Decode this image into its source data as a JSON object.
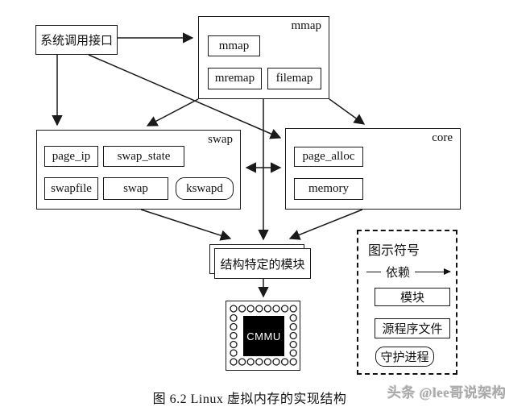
{
  "colors": {
    "line": "#1a1a1a",
    "box_background": "#ffffff",
    "chip_background": "#000000",
    "chip_text": "#ffffff",
    "watermark": "#a8a8a8"
  },
  "nodes": {
    "syscall": {
      "label": "系统调用接口"
    },
    "mmap": {
      "title": "mmap",
      "items": {
        "mmap": "mmap",
        "mremap": "mremap",
        "filemap": "filemap"
      }
    },
    "swap": {
      "title": "swap",
      "items": {
        "page_ip": "page_ip",
        "swap_state": "swap_state",
        "swapfile": "swapfile",
        "swap": "swap",
        "kswapd": "kswapd"
      }
    },
    "core": {
      "title": "core",
      "items": {
        "page_alloc": "page_alloc",
        "memory": "memory"
      }
    },
    "arch_module": {
      "label": "结构特定的模块"
    },
    "cmmu": {
      "label": "CMMU"
    }
  },
  "edges": [
    {
      "from": "syscall",
      "to": "mmap"
    },
    {
      "from": "syscall",
      "to": "swap"
    },
    {
      "from": "syscall",
      "to": "core"
    },
    {
      "from": "mmap",
      "to": "swap"
    },
    {
      "from": "mmap",
      "to": "core"
    },
    {
      "from": "mmap",
      "to": "arch_module"
    },
    {
      "from": "swap",
      "to": "core",
      "bidirectional": true
    },
    {
      "from": "swap",
      "to": "arch_module"
    },
    {
      "from": "core",
      "to": "arch_module"
    },
    {
      "from": "arch_module",
      "to": "cmmu"
    }
  ],
  "legend": {
    "title": "图示符号",
    "dependency": "依赖",
    "module": "模块",
    "source_file": "源程序文件",
    "daemon": "守护进程"
  },
  "caption": "图 6.2  Linux 虚拟内存的实现结构",
  "watermark": "头条 @lee哥说架构"
}
